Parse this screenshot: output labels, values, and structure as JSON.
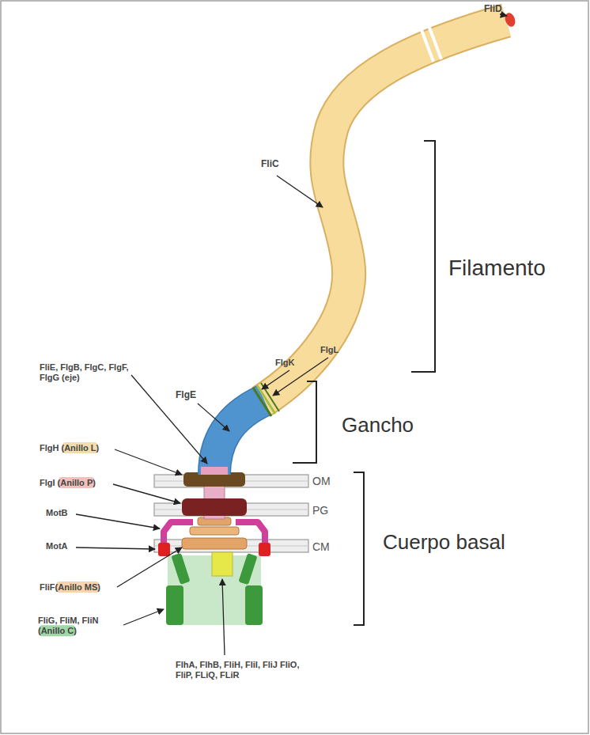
{
  "diagram": {
    "labels": [
      "FliD",
      "FliC",
      "Filamento",
      "FlgK",
      "FlgL",
      "FlgE",
      "FliE, FlgB, FlgC, FlgF, FlgG (eje)",
      "Gancho",
      "FlgH (Anillo L)",
      "OM",
      "FlgI (Anillo P)",
      "PG",
      "MotB",
      "CM",
      "Cuerpo basal",
      "MotA",
      "FliF(Anillo MS)",
      "FliG, FliM, FliN (Anillo C)",
      "FlhA, FlhB, FliH, FliI, FliJ FliO, FliP, FLiQ, FLiR"
    ]
  }
}
